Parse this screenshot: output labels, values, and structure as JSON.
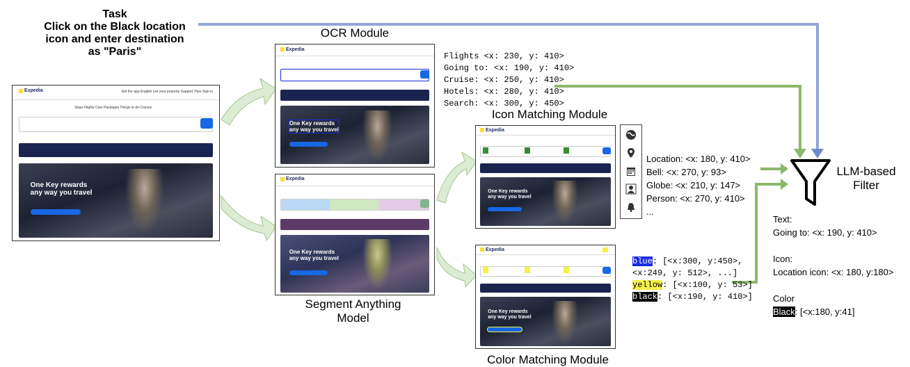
{
  "task": {
    "heading": "Task",
    "line1": "Click on the Black location",
    "line2": "icon and enter destination",
    "line3": "as \"Paris\""
  },
  "modules": {
    "ocr": "OCR Module",
    "icon": "Icon Matching Module",
    "sam_line1": "Segment Anything",
    "sam_line2": "Model",
    "color": "Color Matching Module"
  },
  "ocr_output": [
    "Flights <x: 230, y: 410>",
    "Going to: <x: 190, y: 410>",
    "Cruise: <x: 250, y: 410>",
    "Hotels: <x: 280, y: 410>",
    "Search: <x: 300, y: 450>"
  ],
  "icon_output": [
    "Location: <x: 180, y: 410>",
    "Bell: <x: 270, y: 93>",
    "Globe: <x: 210, y: 147>",
    "Person: <x: 270, y: 410>",
    "..."
  ],
  "color_output": {
    "blue_key": "blue",
    "blue_val1": ": [<x:300, y:450>,",
    "blue_val2": "<x:249, y: 512>, ...]",
    "yellow_key": "yellow",
    "yellow_val": ": [<x:100, y: 53>]",
    "black_key": "black",
    "black_val": ": [<x:190, y: 410>]"
  },
  "filter": {
    "line1": "LLM-based",
    "line2": "Filter"
  },
  "result": {
    "text_heading": "Text:",
    "text_value": "Going to: <x: 190, y: 410>",
    "icon_heading": "Icon:",
    "icon_value": "Location icon: <x: 180, y:180>",
    "color_heading": "Color",
    "color_key": "Black",
    "color_value": ": [<x:180, y:41]"
  },
  "screenshot": {
    "logo": "Expedia",
    "menu": "Get the app  English  List your property  Support  Trips  Sign in",
    "tabs": "Stays  Flights  Cars  Packages  Things to do  Cruises",
    "hero_line1": "One Key rewards",
    "hero_line2": "any way you travel"
  },
  "colors": {
    "blue_arrow": "#8fa6d4",
    "green_arrow": "#8cb86b",
    "curved_arrow_fill": "#dcebd3"
  },
  "icons": [
    "globe-icon",
    "location-icon",
    "calendar-icon",
    "person-icon",
    "bell-icon",
    "funnel-icon"
  ]
}
